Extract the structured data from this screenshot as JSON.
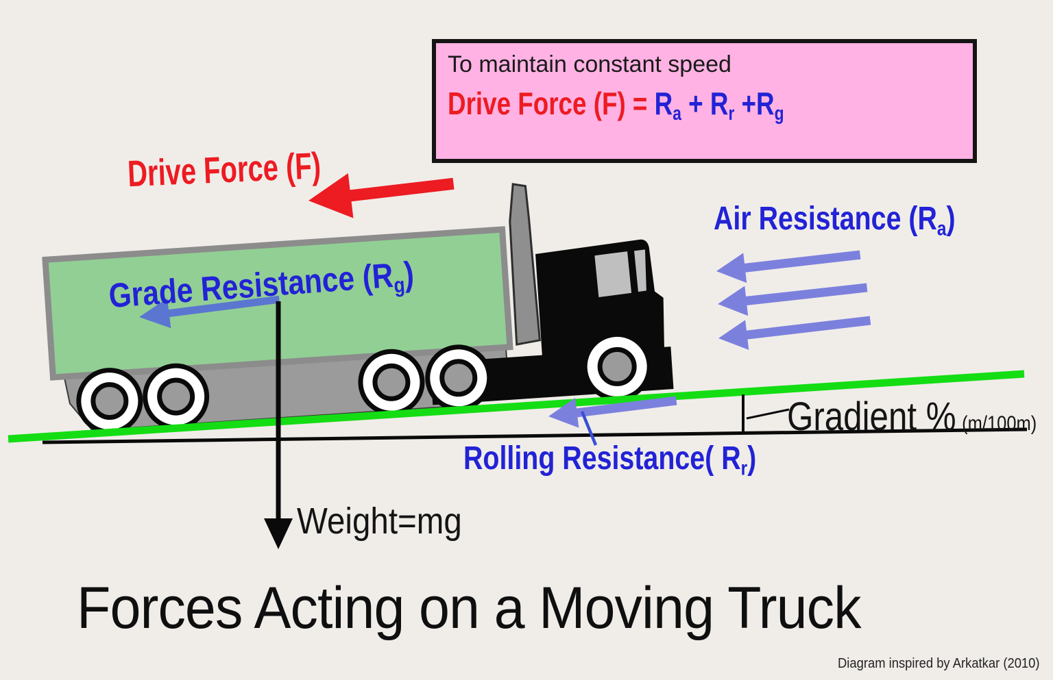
{
  "title": "Forces Acting on a Moving Truck",
  "credit": "Diagram inspired by Arkatkar (2010)",
  "info_box": {
    "line1": "To maintain constant speed",
    "formula": {
      "lhs": "Drive Force (F) = ",
      "r1": "R",
      "s1": "a",
      "p1": " + R",
      "s2": "r",
      "p2": " +R",
      "s3": "g"
    }
  },
  "labels": {
    "drive_force": "Drive Force (F)",
    "grade_resistance": {
      "pre": "Grade Resistance (R",
      "sub": "g",
      "post": ")"
    },
    "air_resistance": {
      "pre": "Air Resistance (R",
      "sub": "a",
      "post": ")"
    },
    "rolling_resistance": {
      "pre": "Rolling Resistance( R",
      "sub": "r",
      "post": ")"
    },
    "gradient": {
      "main": "Gradient %",
      "unit": "(m/100m)"
    },
    "weight": "Weight=mg"
  },
  "arrows": {
    "drive_force": {
      "direction": "right",
      "color": "#ed1b22"
    },
    "grade_resistance": {
      "direction": "left",
      "color": "#5b76d0"
    },
    "air_resistance": {
      "direction": "left",
      "count": 3,
      "color": "#7c80dd"
    },
    "rolling_resistance": {
      "direction": "left",
      "color": "#7c80dd"
    },
    "weight": {
      "direction": "down",
      "color": "#0a0a0a"
    }
  },
  "colors": {
    "background": "#f0ede9",
    "info_box_fill": "#ffb2e3",
    "slope_line": "#14dd14",
    "road_line": "#0a0a0a",
    "trailer_fill": "#92cf95",
    "text_blue": "#2222d6",
    "text_red": "#ed1b22"
  }
}
